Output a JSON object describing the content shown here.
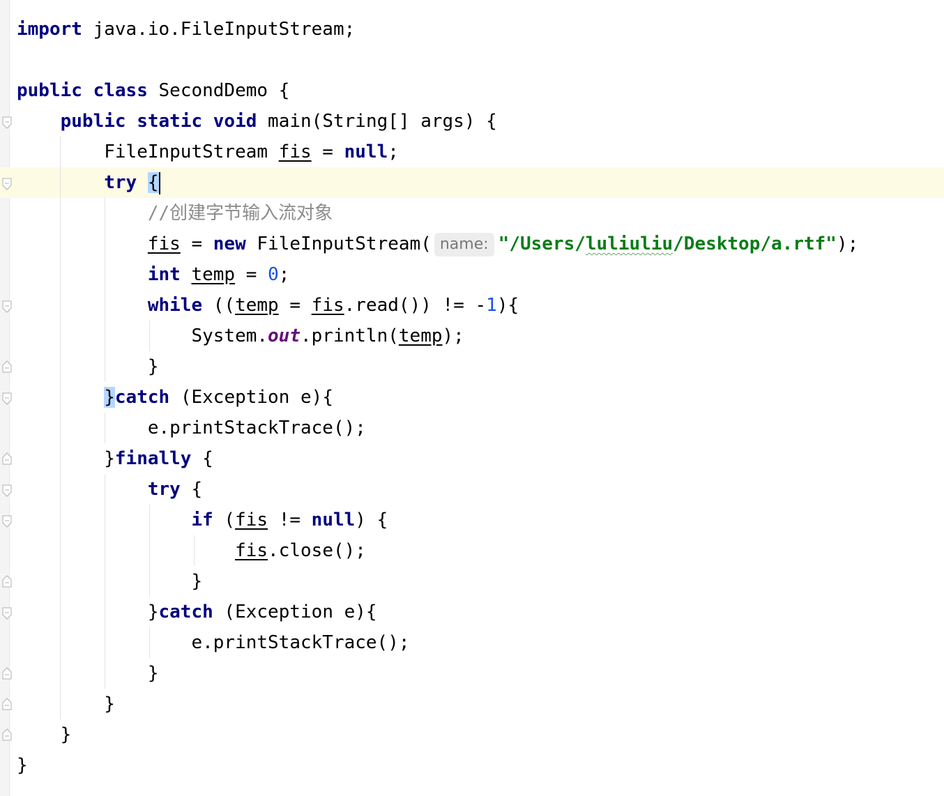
{
  "editor": {
    "colors": {
      "keyword": "#000080",
      "string": "#067d17",
      "number": "#1750eb",
      "comment": "#8c8c8c",
      "static_field": "#660e7a",
      "caret_row": "#fdfbe4",
      "brace_match": "#b4d7ff",
      "inlay_hint_bg": "#ededed"
    },
    "icons": {
      "fold_open": "fold-open-icon",
      "fold_close": "fold-close-icon"
    },
    "code": {
      "l1": {
        "kw": "import",
        "rest": " java.io.FileInputStream;"
      },
      "l3": {
        "kw1": "public",
        "kw2": "class",
        "rest": " SecondDemo {"
      },
      "l4": {
        "kw1": "public",
        "kw2": "static",
        "kw3": "void",
        "rest": " main(String[] args) {"
      },
      "l5": {
        "type": "FileInputStream ",
        "var": "fis",
        "eq": " = ",
        "kw": "null",
        "end": ";"
      },
      "l6": {
        "kw": "try",
        "brace": "{"
      },
      "l7": {
        "comment": "//创建字节输入流对象"
      },
      "l8": {
        "var": "fis",
        "eq": " = ",
        "kw": "new",
        "call": " FileInputStream(",
        "hint": "name:",
        "str_open": "\"/Users/",
        "str_squig": "luliuliu",
        "str_close": "/Desktop/a.rtf\"",
        "end": ");"
      },
      "l9": {
        "kw": "int",
        "sp": " ",
        "var": "temp",
        "eq": " = ",
        "num": "0",
        "end": ";"
      },
      "l10": {
        "kw": "while",
        "p": " ((",
        "var1": "temp",
        "eq": " = ",
        "var2": "fis",
        "call": ".read()) != -",
        "num": "1",
        "end": "){"
      },
      "l11": {
        "pre": "System.",
        "field": "out",
        "call": ".println(",
        "var": "temp",
        "end": ");"
      },
      "l12": {
        "text": "}"
      },
      "l13": {
        "brace": "}",
        "kw": "catch",
        "rest": " (Exception e){"
      },
      "l14": {
        "text": "e.printStackTrace();"
      },
      "l15": {
        "brace": "}",
        "kw": "finally",
        "rest": " {"
      },
      "l16": {
        "kw": "try",
        "rest": " {"
      },
      "l17": {
        "kw1": "if",
        "p": " (",
        "var": "fis",
        "op": " != ",
        "kw2": "null",
        "end": ") {"
      },
      "l18": {
        "var": "fis",
        "end": ".close();"
      },
      "l19": {
        "text": "}"
      },
      "l20": {
        "brace": "}",
        "kw": "catch",
        "rest": " (Exception e){"
      },
      "l21": {
        "text": "e.printStackTrace();"
      },
      "l22": {
        "text": "}"
      },
      "l23": {
        "text": "}"
      },
      "l24": {
        "text": "}"
      },
      "l25": {
        "text": "}"
      }
    }
  }
}
